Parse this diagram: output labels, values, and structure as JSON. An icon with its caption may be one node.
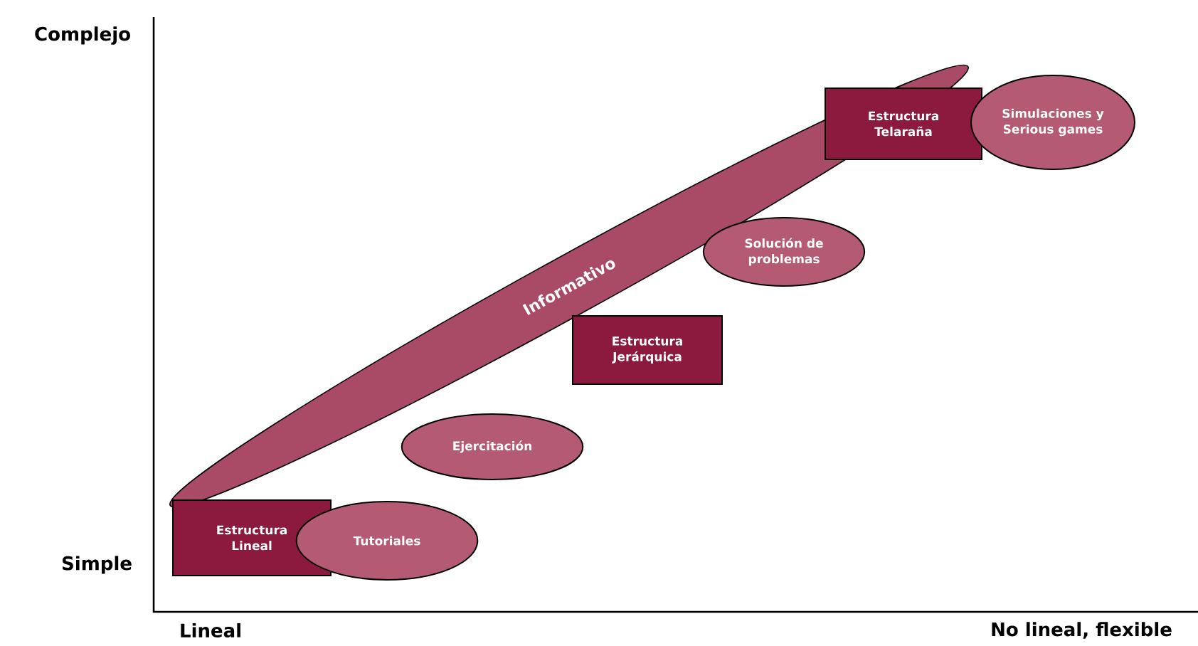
{
  "diagram": {
    "nodes": [
      {
        "text": [
          "Estructura Telaraña"
        ]
      },
      {
        "text": [
          "Simulaciones y Serious games"
        ]
      },
      {
        "text": [
          "Solución de problemas"
        ]
      },
      {
        "text": [
          "Informativo"
        ]
      },
      {
        "text": [
          "Estructura Jerárquica"
        ]
      },
      {
        "text": [
          "Ejercitación"
        ]
      },
      {
        "text": [
          "Estructura Lineal"
        ]
      },
      {
        "text": [
          "Tutoriales"
        ]
      }
    ],
    "labels": [
      "Complejo",
      "Simple",
      "Lineal",
      "No lineal, flexible"
    ]
  }
}
